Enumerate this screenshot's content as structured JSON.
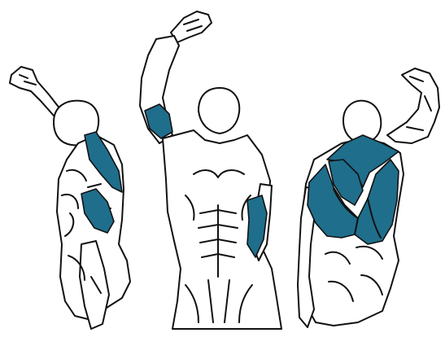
{
  "illustration": {
    "subject": "muscle-anatomy",
    "views": [
      "side-view",
      "front-view",
      "back-view"
    ],
    "colors": {
      "background": "#ffffff",
      "outline": "#111111",
      "body_fill": "#ffffff",
      "highlight": "#1f6e8c"
    }
  }
}
